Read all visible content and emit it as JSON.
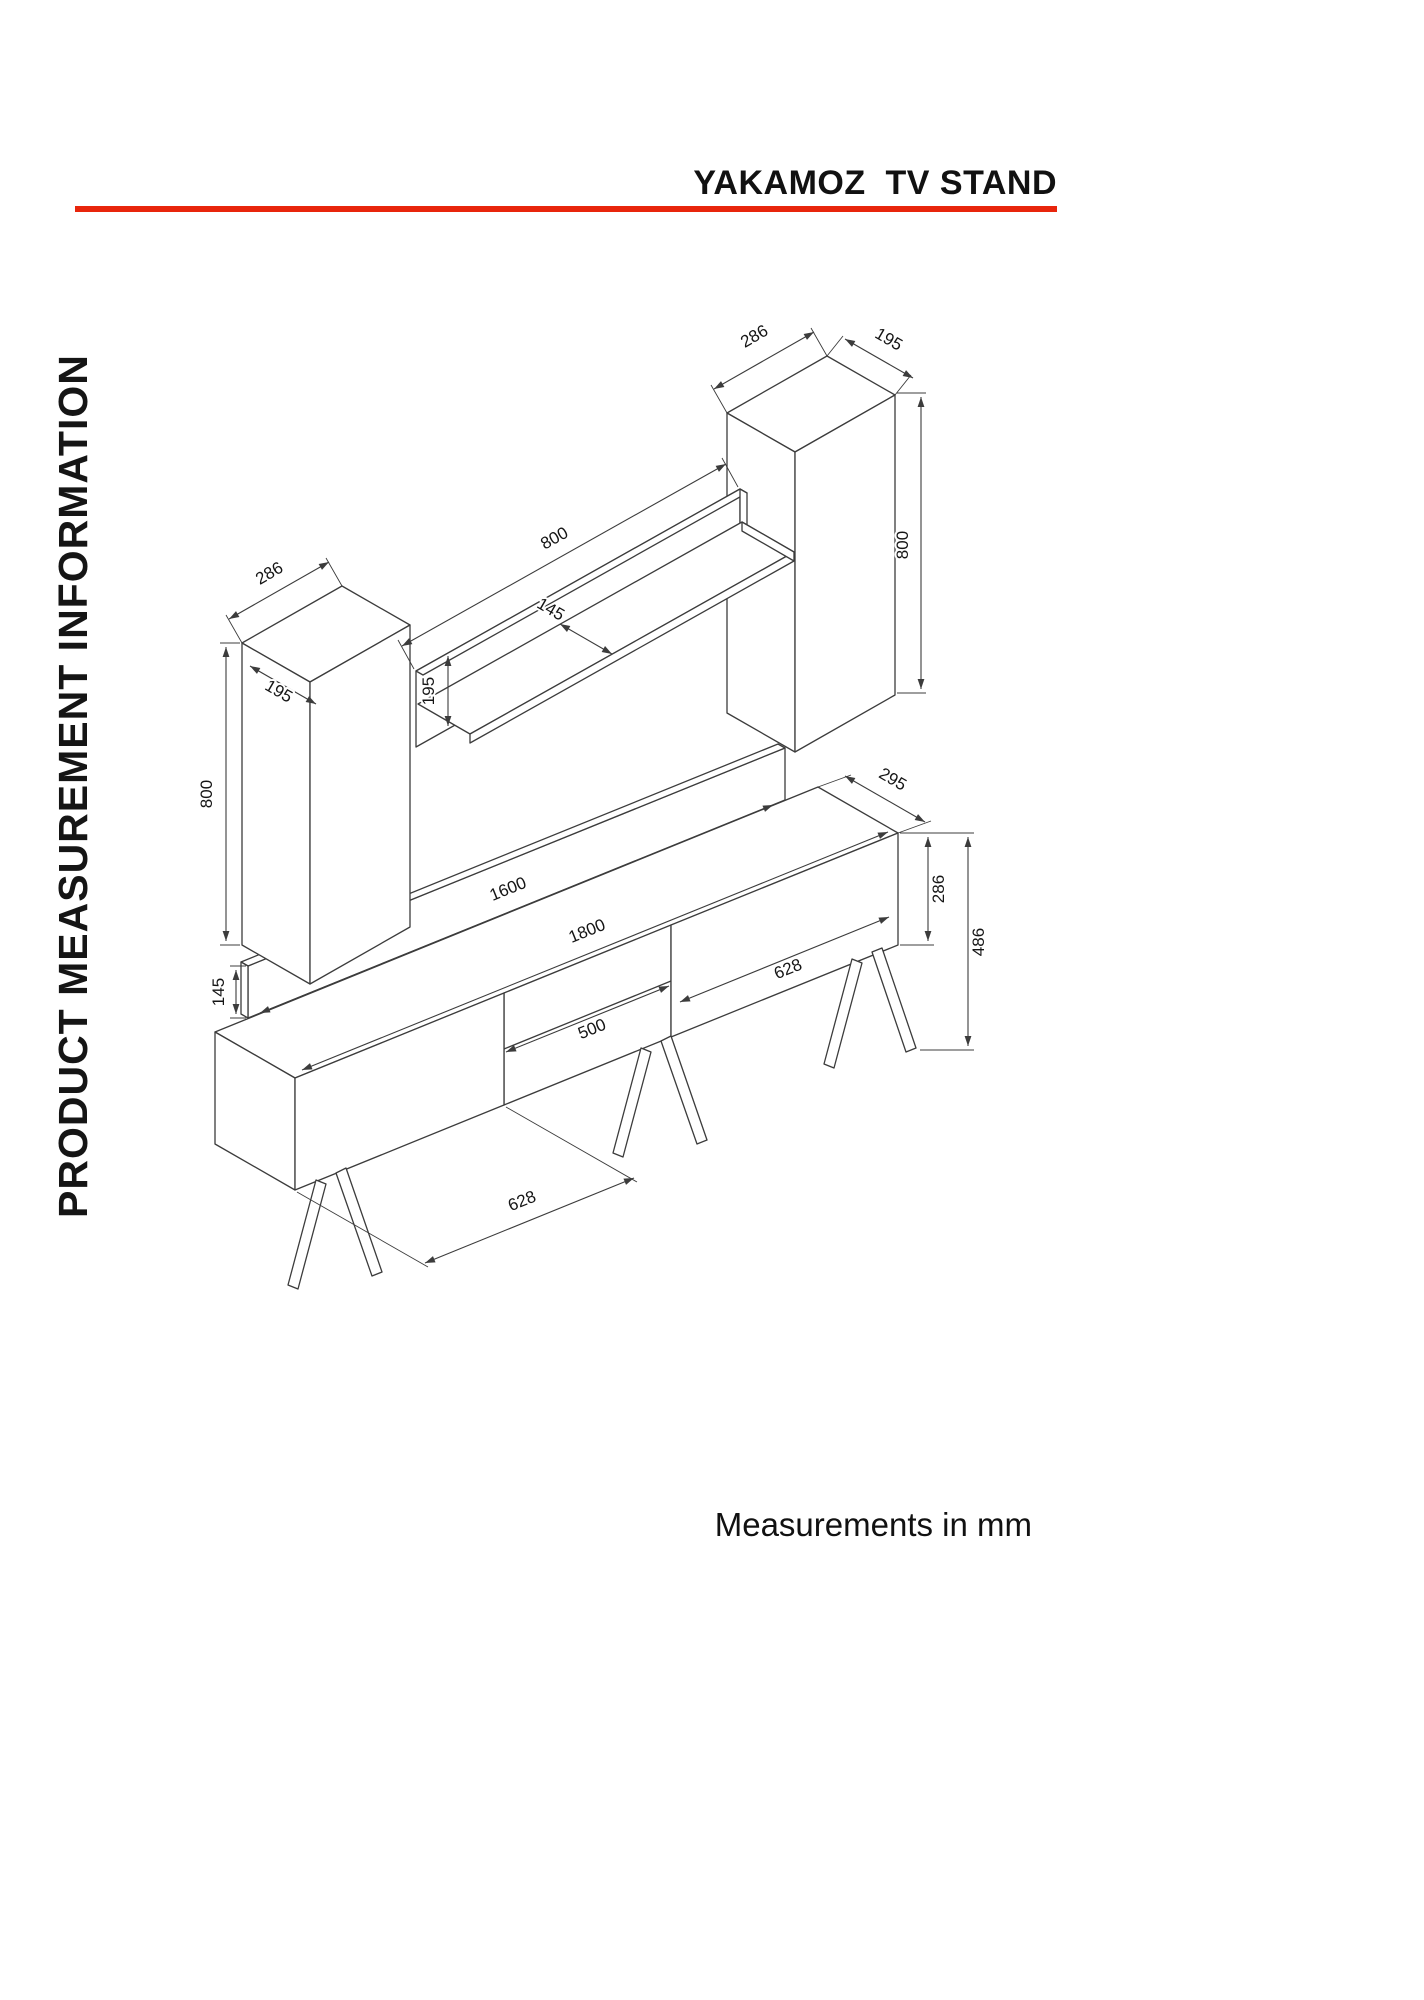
{
  "sheet": {
    "title": "YAKAMOZ  TV STAND",
    "side_label": "PRODUCT MEASUREMENT INFORMATION",
    "footer_note": "Measurements in mm",
    "accent_color": "#e8250c"
  },
  "drawing": {
    "right_cabinet": {
      "width": "286",
      "depth": "195",
      "height": "800"
    },
    "wall_shelf": {
      "length": "800",
      "shelf_depth": "145",
      "panel_height": "195"
    },
    "left_cabinet": {
      "width": "286",
      "depth": "195",
      "height": "800"
    },
    "tv_unit": {
      "back_panel_length": "1600",
      "total_length": "1800",
      "depth": "295",
      "body_height": "286",
      "total_height": "486",
      "back_panel_height": "145",
      "middle_section_width": "500",
      "left_door_width": "628",
      "right_door_width": "628"
    }
  }
}
